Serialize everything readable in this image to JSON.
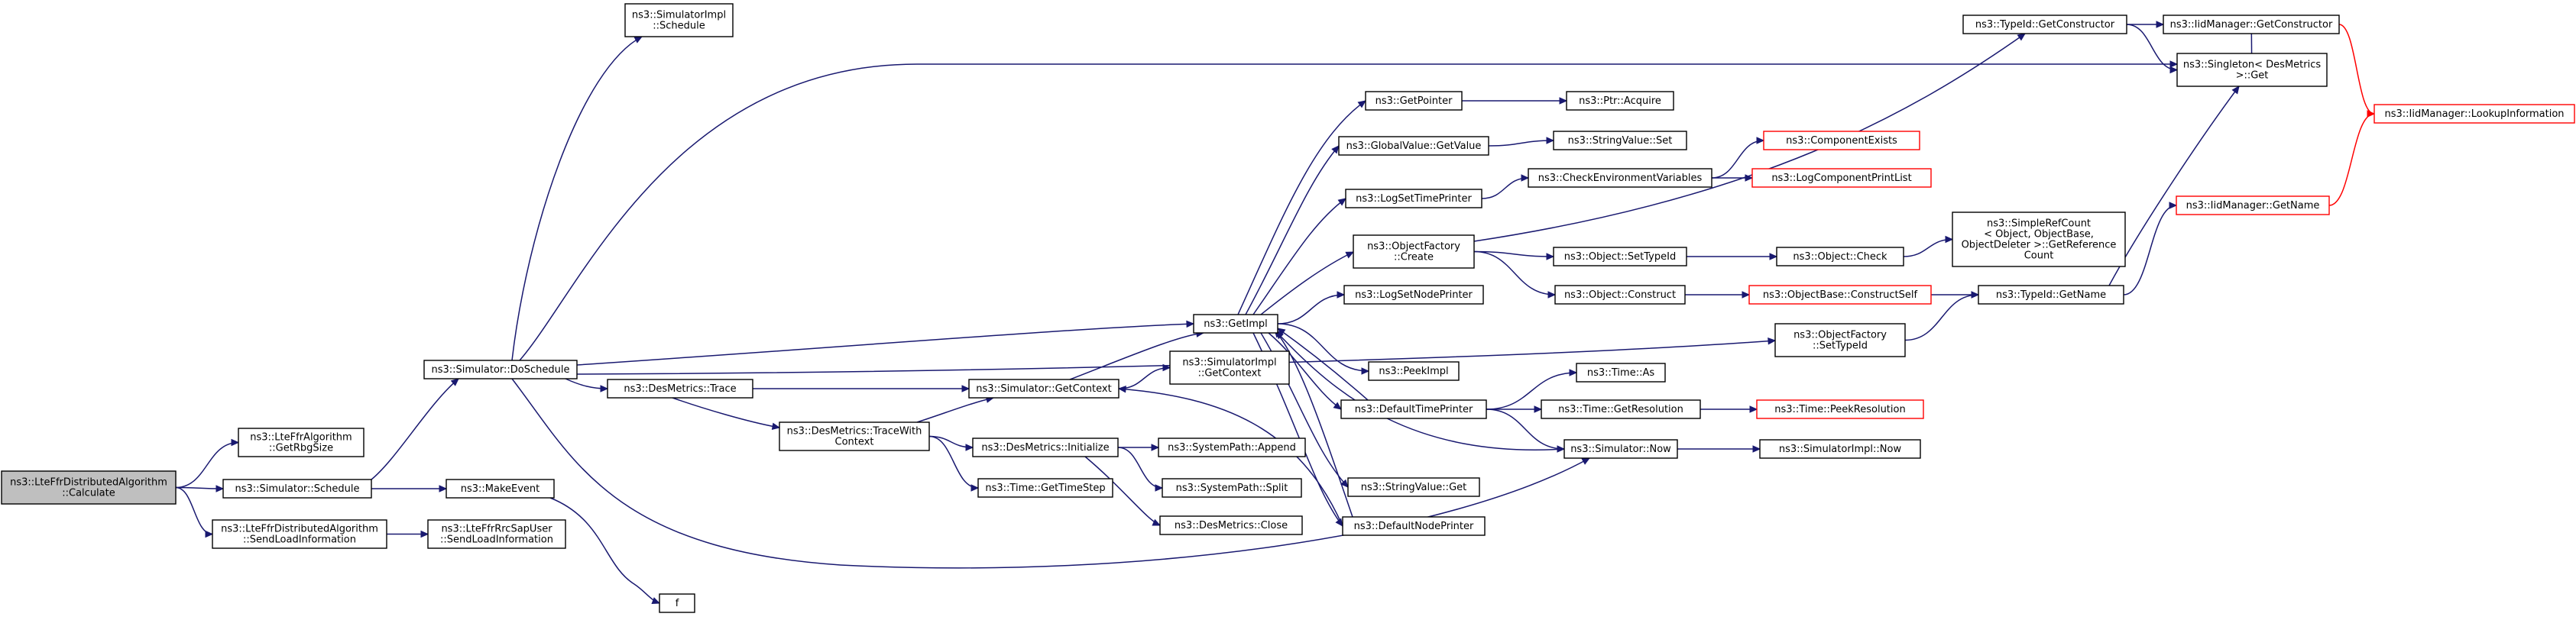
{
  "graph": {
    "type": "call-graph",
    "nodes": [
      {
        "id": "root",
        "lines": [
          "ns3::LteFfrDistributedAlgorithm",
          "::Calculate"
        ],
        "style": "root"
      },
      {
        "id": "getrbg",
        "lines": [
          "ns3::LteFfrAlgorithm",
          "::GetRbgSize"
        ]
      },
      {
        "id": "schedule",
        "lines": [
          "ns3::Simulator::Schedule"
        ]
      },
      {
        "id": "sendload",
        "lines": [
          "ns3::LteFfrDistributedAlgorithm",
          "::SendLoadInformation"
        ]
      },
      {
        "id": "doschedule",
        "lines": [
          "ns3::Simulator::DoSchedule"
        ]
      },
      {
        "id": "makeevent",
        "lines": [
          "ns3::MakeEvent"
        ]
      },
      {
        "id": "rrcsap",
        "lines": [
          "ns3::LteFfrRrcSapUser",
          "::SendLoadInformation"
        ]
      },
      {
        "id": "f",
        "lines": [
          "f"
        ]
      },
      {
        "id": "simimplsched",
        "lines": [
          "ns3::SimulatorImpl",
          "::Schedule"
        ]
      },
      {
        "id": "trace",
        "lines": [
          "ns3::DesMetrics::Trace"
        ]
      },
      {
        "id": "tracewith",
        "lines": [
          "ns3::DesMetrics::TraceWith",
          "Context"
        ]
      },
      {
        "id": "getcontext",
        "lines": [
          "ns3::Simulator::GetContext"
        ]
      },
      {
        "id": "initialize",
        "lines": [
          "ns3::DesMetrics::Initialize"
        ]
      },
      {
        "id": "gettimestep",
        "lines": [
          "ns3::Time::GetTimeStep"
        ]
      },
      {
        "id": "append",
        "lines": [
          "ns3::SystemPath::Append"
        ]
      },
      {
        "id": "split",
        "lines": [
          "ns3::SystemPath::Split"
        ]
      },
      {
        "id": "close",
        "lines": [
          "ns3::DesMetrics::Close"
        ]
      },
      {
        "id": "simimplctx",
        "lines": [
          "ns3::SimulatorImpl",
          "::GetContext"
        ]
      },
      {
        "id": "getimpl",
        "lines": [
          "ns3::GetImpl"
        ]
      },
      {
        "id": "getpointer",
        "lines": [
          "ns3::GetPointer"
        ]
      },
      {
        "id": "globalvalue",
        "lines": [
          "ns3::GlobalValue::GetValue"
        ]
      },
      {
        "id": "logsettime",
        "lines": [
          "ns3::LogSetTimePrinter"
        ]
      },
      {
        "id": "objfactcreate",
        "lines": [
          "ns3::ObjectFactory",
          "::Create"
        ]
      },
      {
        "id": "logsetnode",
        "lines": [
          "ns3::LogSetNodePrinter"
        ]
      },
      {
        "id": "peekimpl",
        "lines": [
          "ns3::PeekImpl"
        ]
      },
      {
        "id": "deftimeprinter",
        "lines": [
          "ns3::DefaultTimePrinter"
        ]
      },
      {
        "id": "stringget",
        "lines": [
          "ns3::StringValue::Get"
        ]
      },
      {
        "id": "defnodeprinter",
        "lines": [
          "ns3::DefaultNodePrinter"
        ]
      },
      {
        "id": "ptracquire",
        "lines": [
          "ns3::Ptr::Acquire"
        ]
      },
      {
        "id": "stringset",
        "lines": [
          "ns3::StringValue::Set"
        ]
      },
      {
        "id": "checkenv",
        "lines": [
          "ns3::CheckEnvironmentVariables"
        ]
      },
      {
        "id": "compexists",
        "lines": [
          "ns3::ComponentExists"
        ],
        "style": "red"
      },
      {
        "id": "logcompprint",
        "lines": [
          "ns3::LogComponentPrintList"
        ],
        "style": "red"
      },
      {
        "id": "setypeid",
        "lines": [
          "ns3::Object::SetTypeId"
        ]
      },
      {
        "id": "objconstruct",
        "lines": [
          "ns3::Object::Construct"
        ]
      },
      {
        "id": "objcheck",
        "lines": [
          "ns3::Object::Check"
        ]
      },
      {
        "id": "constructself",
        "lines": [
          "ns3::ObjectBase::ConstructSelf"
        ],
        "style": "red"
      },
      {
        "id": "refcount",
        "lines": [
          "ns3::SimpleRefCount",
          "< Object, ObjectBase,",
          "ObjectDeleter >::GetReference",
          "Count"
        ]
      },
      {
        "id": "timeas",
        "lines": [
          "ns3::Time::As"
        ]
      },
      {
        "id": "getres",
        "lines": [
          "ns3::Time::GetResolution"
        ]
      },
      {
        "id": "peekres",
        "lines": [
          "ns3::Time::PeekResolution"
        ],
        "style": "red"
      },
      {
        "id": "simnow",
        "lines": [
          "ns3::Simulator::Now"
        ]
      },
      {
        "id": "simimplnow",
        "lines": [
          "ns3::SimulatorImpl::Now"
        ]
      },
      {
        "id": "objfactsettid",
        "lines": [
          "ns3::ObjectFactory",
          "::SetTypeId"
        ]
      },
      {
        "id": "typeidgetname",
        "lines": [
          "ns3::TypeId::GetName"
        ]
      },
      {
        "id": "typeidgetctor",
        "lines": [
          "ns3::TypeId::GetConstructor"
        ]
      },
      {
        "id": "iidgetctor",
        "lines": [
          "ns3::IidManager::GetConstructor"
        ]
      },
      {
        "id": "singleton",
        "lines": [
          "ns3::Singleton< DesMetrics",
          ">::Get"
        ]
      },
      {
        "id": "iidgetname",
        "lines": [
          "ns3::IidManager::GetName"
        ],
        "style": "red"
      },
      {
        "id": "lookupinfo",
        "lines": [
          "ns3::IidManager::LookupInformation"
        ],
        "style": "red"
      }
    ]
  }
}
